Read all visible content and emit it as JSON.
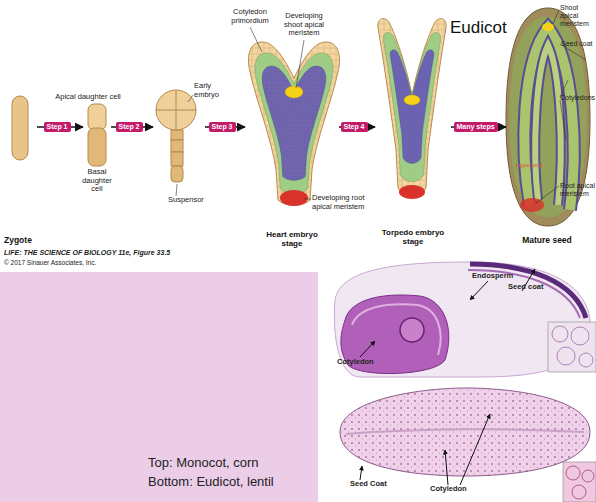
{
  "diagram": {
    "nodes": [
      {
        "text": [
          "Zygote"
        ]
      },
      {
        "text": [
          "Apical daughter cell",
          "Basal daughter cell"
        ]
      },
      {
        "text": [
          "Early embryo",
          "Suspensor"
        ]
      },
      {
        "text": [
          "Heart embryo stage"
        ]
      },
      {
        "text": [
          "Torpedo embryo stage"
        ]
      },
      {
        "text": [
          "Mature seed"
        ]
      }
    ],
    "edges": [
      {
        "from": 0,
        "to": 1,
        "label": "Step 1",
        "arrow": "to"
      },
      {
        "from": 1,
        "to": 2,
        "label": "Step 2",
        "arrow": "to"
      },
      {
        "from": 2,
        "to": 3,
        "label": "Step 3",
        "arrow": "to"
      },
      {
        "from": 3,
        "to": 4,
        "label": "Step 4",
        "arrow": "to"
      },
      {
        "from": 4,
        "to": 5,
        "label": "Many steps",
        "arrow": "to"
      }
    ],
    "labels": [
      "Cotyledon primordium",
      "Developing shoot apical meristem",
      "Developing root apical meristem",
      "Eudicot",
      "Shoot apical meristem",
      "Seed coat",
      "Cotyledons",
      "Hypocotyl",
      "Root apical meristem",
      "LIFE: THE SCIENCE OF BIOLOGY 11e, Figure 33.5",
      "© 2017 Sinauer Associates, Inc.",
      "Endosperm",
      "Seed coat",
      "Cotyledon",
      "Seed Coat",
      "Cotyledon",
      "Top: Monocot, corn",
      "Bottom: Eudicot, lentil"
    ]
  }
}
